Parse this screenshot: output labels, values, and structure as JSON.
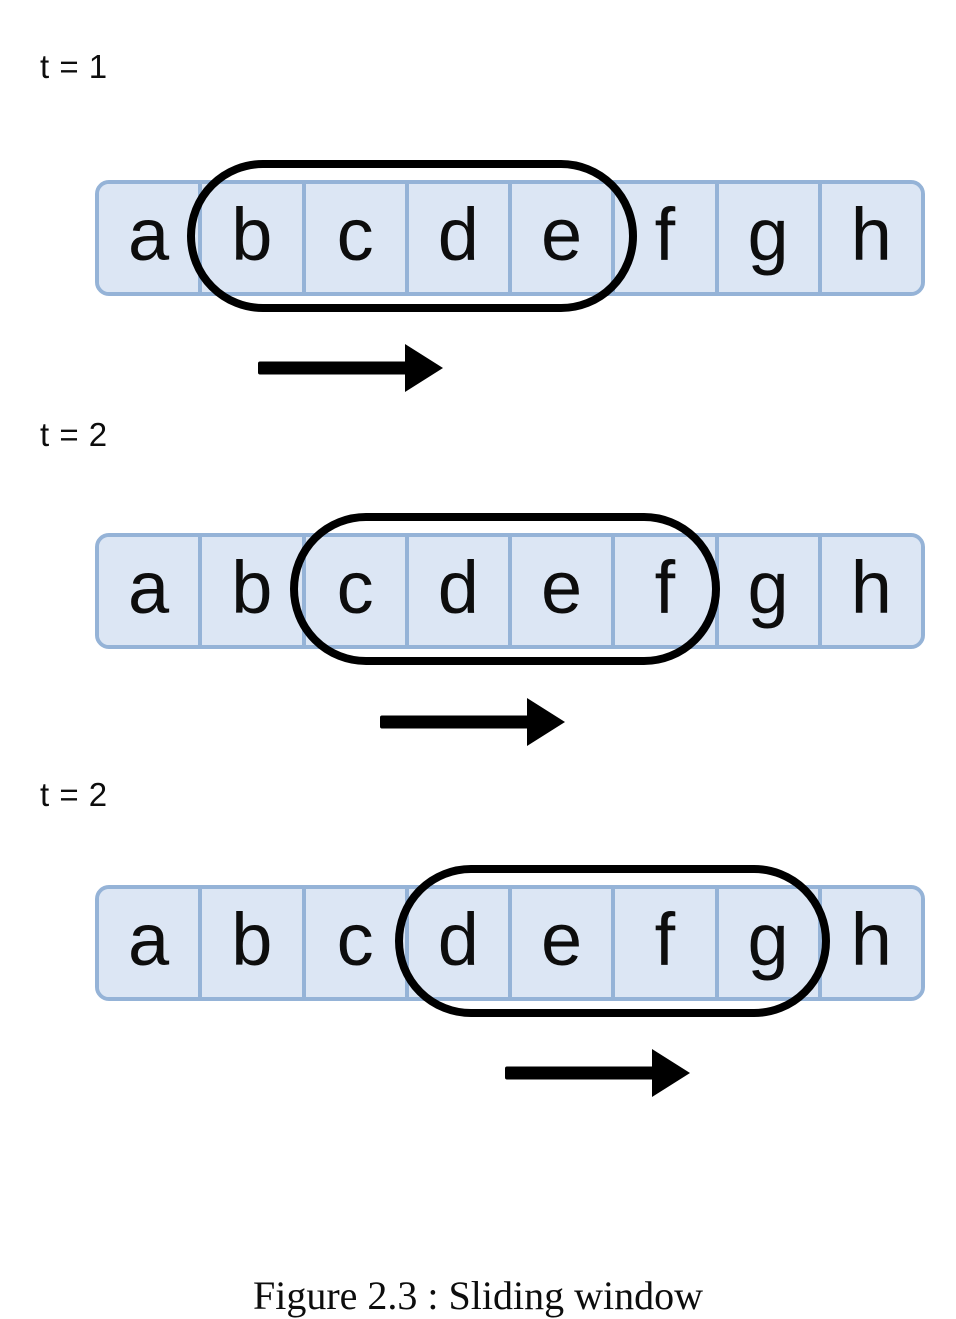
{
  "figure": {
    "caption": "Figure 2.3 : Sliding window",
    "colors": {
      "cell_fill": "#dce6f4",
      "cell_border": "#95b3d7",
      "window_outline": "#000000",
      "arrow": "#000000",
      "text": "#0d0d0d",
      "background": "#ffffff"
    }
  },
  "rows": [
    {
      "label": "t = 1",
      "cells": [
        "a",
        "b",
        "c",
        "d",
        "e",
        "f",
        "g",
        "h"
      ],
      "window": {
        "start_index": 1,
        "end_index": 4,
        "size": 4
      },
      "arrow": {
        "direction": "right"
      }
    },
    {
      "label": "t = 2",
      "cells": [
        "a",
        "b",
        "c",
        "d",
        "e",
        "f",
        "g",
        "h"
      ],
      "window": {
        "start_index": 2,
        "end_index": 5,
        "size": 4
      },
      "arrow": {
        "direction": "right"
      }
    },
    {
      "label": "t = 2",
      "cells": [
        "a",
        "b",
        "c",
        "d",
        "e",
        "f",
        "g",
        "h"
      ],
      "window": {
        "start_index": 3,
        "end_index": 6,
        "size": 4
      },
      "arrow": {
        "direction": "right"
      }
    }
  ]
}
